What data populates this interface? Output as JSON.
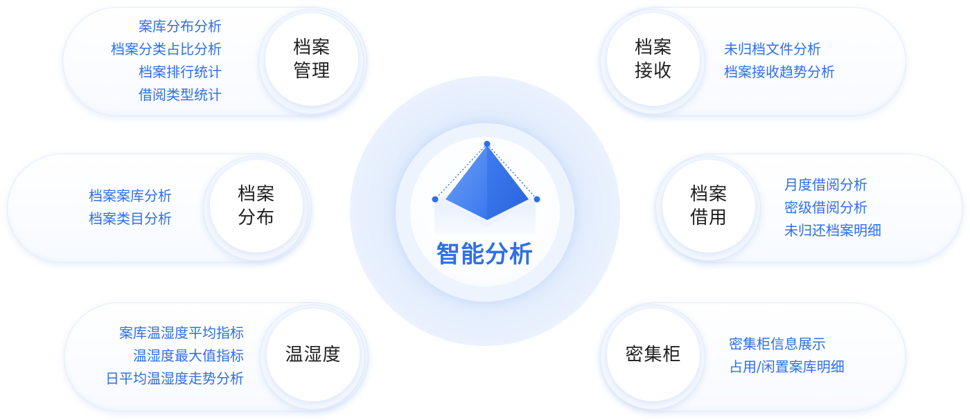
{
  "center": {
    "title": "智能分析"
  },
  "nodes": [
    {
      "id": "archive-management",
      "title": "档案\n管理",
      "items": [
        "案库分布分析",
        "档案分类占比分析",
        "档案排行统计",
        "借阅类型统计"
      ]
    },
    {
      "id": "archive-receiving",
      "title": "档案\n接收",
      "items": [
        "未归档文件分析",
        "档案接收趋势分析"
      ]
    },
    {
      "id": "archive-distribution",
      "title": "档案\n分布",
      "items": [
        "档案案库分析",
        "档案类目分析"
      ]
    },
    {
      "id": "archive-borrowing",
      "title": "档案\n借用",
      "items": [
        "月度借阅分析",
        "密级借阅分析",
        "未归还档案明细"
      ]
    },
    {
      "id": "temperature-humidity",
      "title": "温湿度",
      "items": [
        "案库温湿度平均指标",
        "温湿度最大值指标",
        "日平均温湿度走势分析"
      ]
    },
    {
      "id": "compact-shelving",
      "title": "密集柜",
      "items": [
        "密集柜信息展示",
        "占用/闲置案库明细"
      ]
    }
  ],
  "colors": {
    "accent": "#2f6fe6",
    "node_title": "#1f1f1f",
    "halo": "#e4eefd"
  }
}
